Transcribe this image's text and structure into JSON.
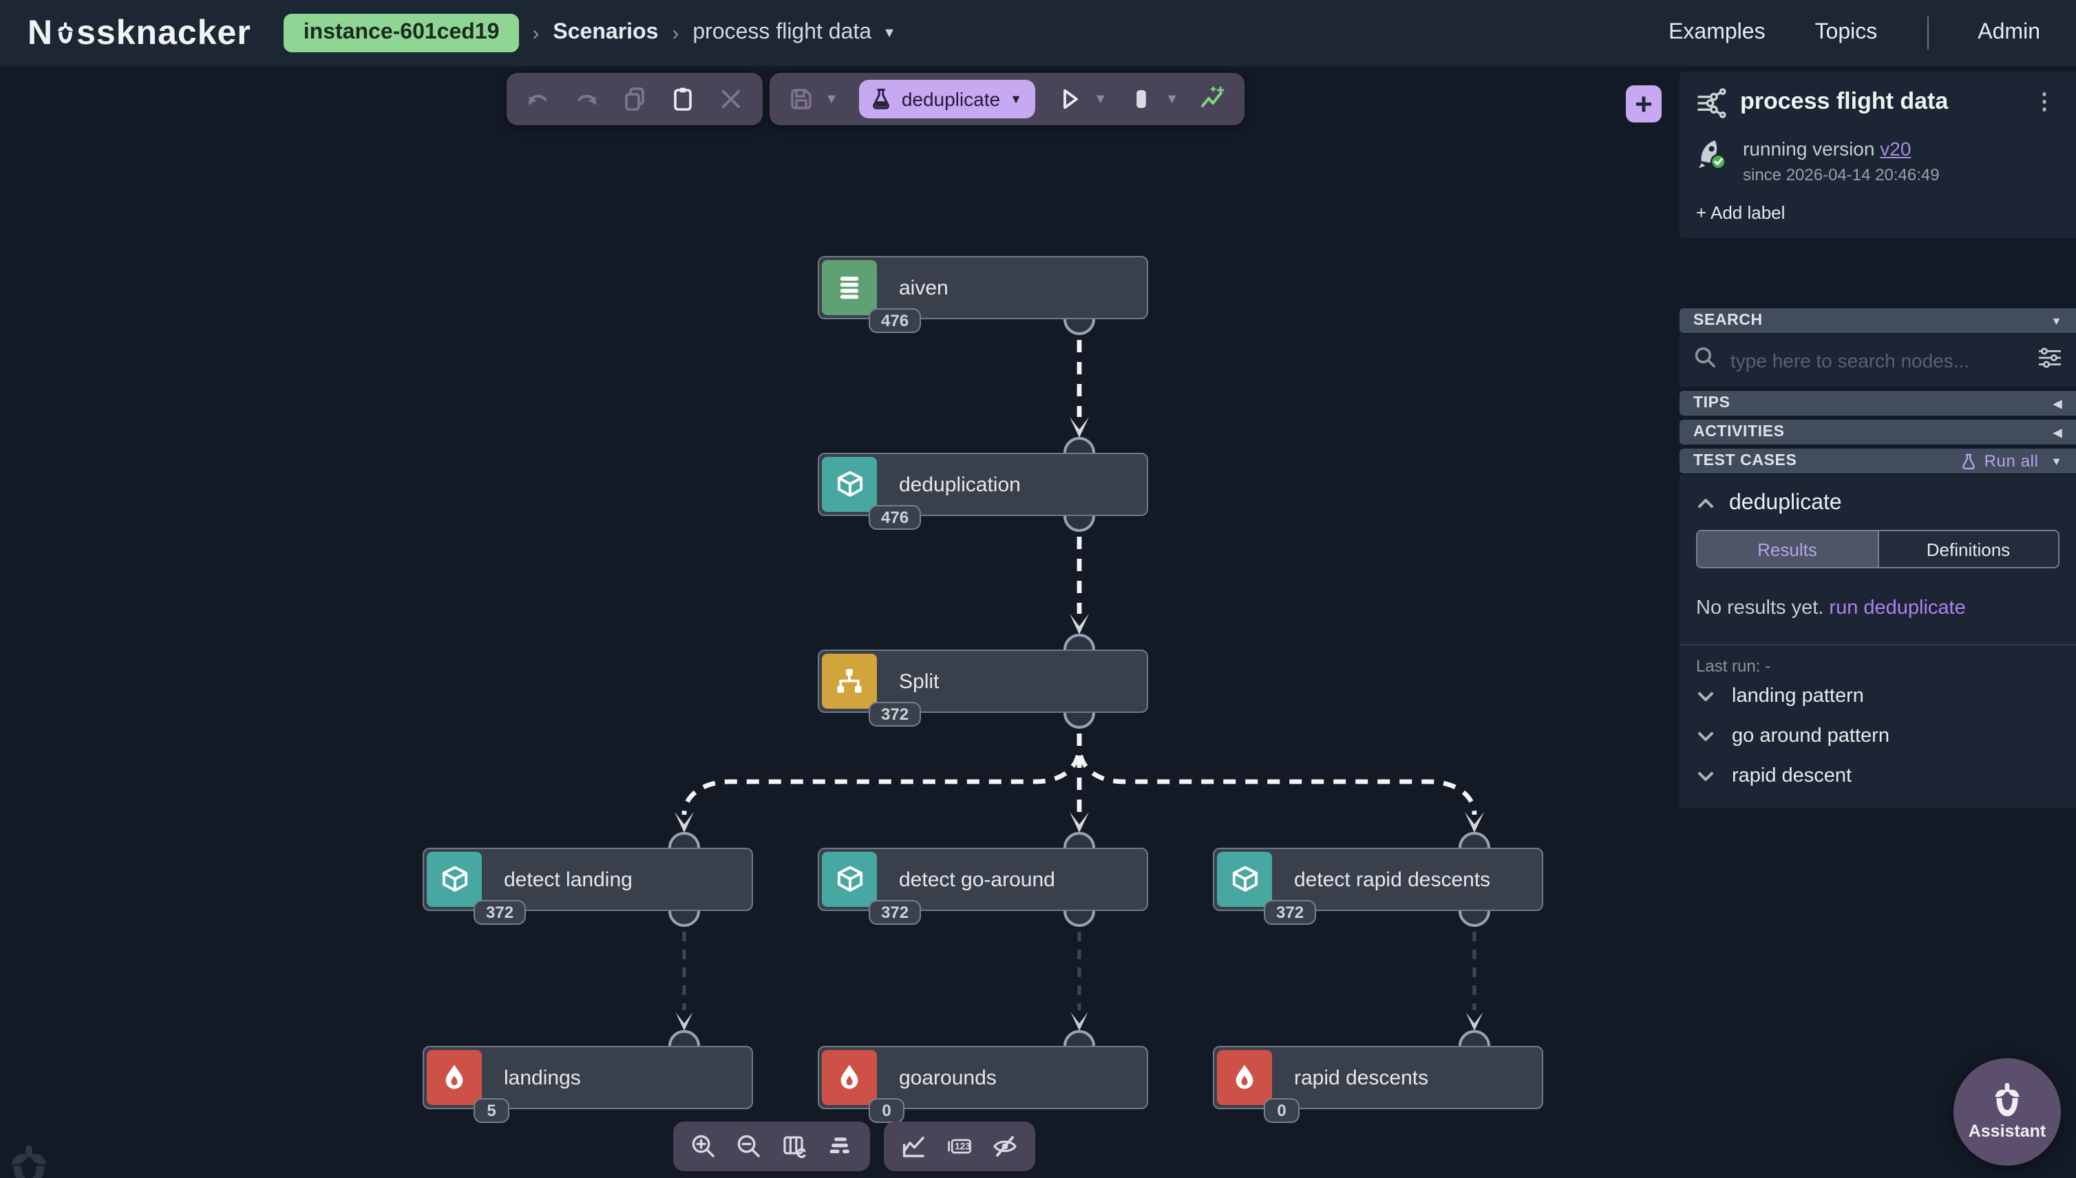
{
  "navbar": {
    "logo_prefix": "N",
    "logo_suffix": "ssknacker",
    "instance_badge": "instance-601ced19",
    "breadcrumb": {
      "section": "Scenarios",
      "current": "process flight data"
    },
    "links": [
      "Examples",
      "Topics",
      "Admin"
    ]
  },
  "toolbar": {
    "process_selector": {
      "label": "deduplicate"
    }
  },
  "canvas": {
    "add_node_label": "+",
    "nodes": [
      {
        "id": "aiven",
        "label": "aiven",
        "count": "476",
        "type": "source"
      },
      {
        "id": "deduplication",
        "label": "deduplication",
        "count": "476",
        "type": "custom"
      },
      {
        "id": "split",
        "label": "Split",
        "count": "372",
        "type": "split"
      },
      {
        "id": "detect_landing",
        "label": "detect landing",
        "count": "372",
        "type": "custom"
      },
      {
        "id": "detect_go_around",
        "label": "detect go-around",
        "count": "372",
        "type": "custom"
      },
      {
        "id": "detect_rapid_descents",
        "label": "detect rapid descents",
        "count": "372",
        "type": "custom"
      },
      {
        "id": "landings",
        "label": "landings",
        "count": "5",
        "type": "sink"
      },
      {
        "id": "goarounds",
        "label": "goarounds",
        "count": "0",
        "type": "sink"
      },
      {
        "id": "rapid_descents",
        "label": "rapid descents",
        "count": "0",
        "type": "sink"
      }
    ],
    "edges": [
      {
        "from": "aiven",
        "to": "deduplication",
        "style": "bold"
      },
      {
        "from": "deduplication",
        "to": "split",
        "style": "bold"
      },
      {
        "from": "split",
        "to": "detect_landing",
        "style": "bold"
      },
      {
        "from": "split",
        "to": "detect_go_around",
        "style": "bold"
      },
      {
        "from": "split",
        "to": "detect_rapid_descents",
        "style": "bold"
      },
      {
        "from": "detect_landing",
        "to": "landings",
        "style": "dim"
      },
      {
        "from": "detect_go_around",
        "to": "goarounds",
        "style": "dim"
      },
      {
        "from": "detect_rapid_descents",
        "to": "rapid_descents",
        "style": "dim"
      }
    ]
  },
  "sidebar": {
    "scenario": {
      "title": "process flight data",
      "status_prefix": "running version",
      "version": "v20",
      "since": "since 2026-04-14 20:46:49",
      "add_label": "+ Add label"
    },
    "panels": {
      "search": {
        "title": "SEARCH",
        "placeholder": "type here to search nodes..."
      },
      "tips": {
        "title": "TIPS"
      },
      "activities": {
        "title": "ACTIVITIES"
      },
      "test_cases": {
        "title": "TEST CASES",
        "run_all": "Run all"
      }
    },
    "test_cases": {
      "group": "deduplicate",
      "tabs": [
        "Results",
        "Definitions"
      ],
      "active_tab": "Results",
      "empty_text": "No results yet.",
      "empty_link": "run deduplicate",
      "last_run": "Last run: -",
      "items": [
        "landing pattern",
        "go around pattern",
        "rapid descent"
      ]
    }
  },
  "assistant": {
    "label": "Assistant"
  },
  "colors": {
    "accent_purple": "#c7a9f1",
    "link_purple": "#b9a1ec",
    "badge_green": "#8fd694",
    "source": "#5fa173",
    "custom": "#47a8a2",
    "split": "#d1a43c",
    "sink": "#ce5147"
  }
}
